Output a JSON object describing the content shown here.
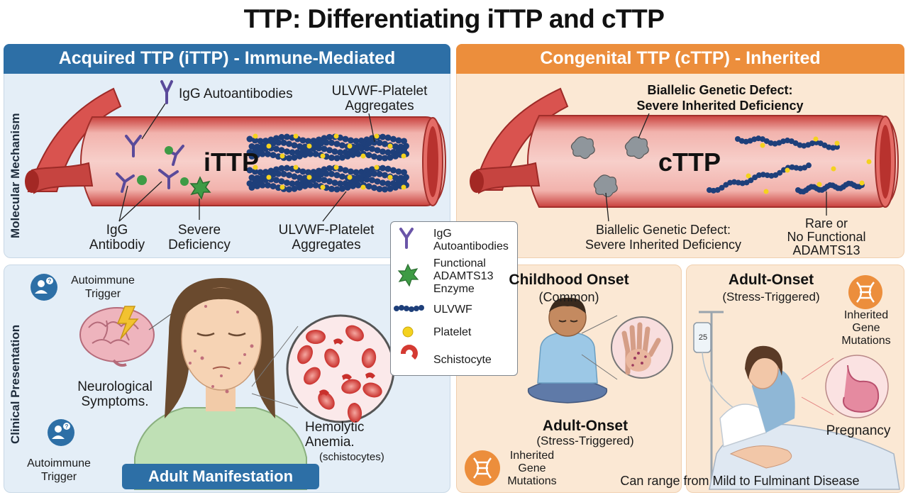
{
  "title": "TTP: Differentiating iTTP and cTTP",
  "left_header": "Acquired TTP (iTTP) - Immune-Mediated",
  "right_header": "Congenital TTP (cTTP) - Inherited",
  "row_labels": {
    "mechanism": "Molecular Mechanism",
    "clinical": "Clinical Presentation"
  },
  "ittp": {
    "vessel_label": "iTTP",
    "igg_autoantibodies": "IgG Autoantibodies",
    "aggregates_top": [
      "ULVWF-Platelet",
      "Aggregates"
    ],
    "igg_antibody": [
      "IgG",
      "Antibodiy"
    ],
    "severe_deficiency": [
      "Severe",
      "Deficiency"
    ],
    "aggregates_bottom": [
      "ULVWF-Platelet",
      "Aggregates"
    ]
  },
  "cttp": {
    "vessel_label": "cTTP",
    "defect_top": [
      "Biallelic Genetic Defect:",
      "Severe Inherited Deficiency"
    ],
    "defect_bottom": [
      "Biallelic Genetic Defect:",
      "Severe Inherited Deficiency"
    ],
    "rare": [
      "Rare or",
      "No Functional",
      "ADAMTS13"
    ]
  },
  "legend": {
    "items": [
      {
        "icon": "antibody-icon",
        "lines": [
          "IgG",
          "Autoantibodies"
        ]
      },
      {
        "icon": "enzyme-icon",
        "lines": [
          "Functional",
          "ADAMTS13",
          "Enzyme"
        ]
      },
      {
        "icon": "ulvwf-icon",
        "lines": [
          "ULVWF"
        ]
      },
      {
        "icon": "platelet-icon",
        "lines": [
          "Platelet"
        ]
      },
      {
        "icon": "schistocyte-icon",
        "lines": [
          "Schistocyte"
        ]
      }
    ]
  },
  "clinical_left": {
    "trigger_top": [
      "Autoimmune",
      "Trigger"
    ],
    "neuro": [
      "Neurological",
      "Symptoms."
    ],
    "trigger_bottom": [
      "Autoimmune",
      "Trigger"
    ],
    "hemolytic": [
      "Hemolytic",
      "Anemia."
    ],
    "schisto_note": "(schistocytes)",
    "banner": "Adult Manifestation"
  },
  "clinical_mid": {
    "childhood_title": "Childhood Onset",
    "childhood_sub": "(Common)",
    "adult_title": "Adult-Onset",
    "adult_sub": "(Stress-Triggered)",
    "mutations": [
      "Inherited",
      "Gene",
      "Mutations"
    ]
  },
  "clinical_right": {
    "adult_title": "Adult-Onset",
    "adult_sub": "(Stress-Triggered)",
    "mutations": [
      "Inherited",
      "Gene",
      "Mutations"
    ],
    "iv_number": "25",
    "pregnancy": "Pregnancy",
    "range": "Can range from Mild to Fulminant Disease"
  },
  "colors": {
    "left_header": "#2d6fa6",
    "right_header": "#ec8e3c",
    "left_bg": "#e4eef7",
    "right_bg": "#fbe8d4",
    "vessel": "#d9534f",
    "ulvwf": "#1e3f7a",
    "platelet": "#f4d21f",
    "antibody": "#6a55a8",
    "enzyme": "#3e9b45"
  }
}
